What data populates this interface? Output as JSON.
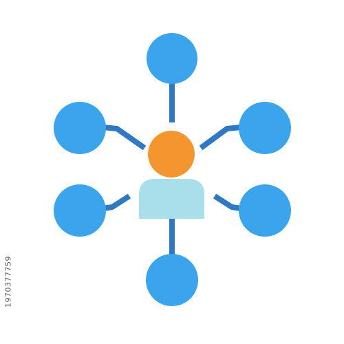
{
  "image": {
    "stock_id": "1970377759"
  },
  "colors": {
    "node_fill": "#3AA4EC",
    "connector": "#2F78C3",
    "user_head": "#F4952E",
    "user_body": "#A8DFEB",
    "background": "#FFFFFF"
  },
  "icons": {
    "main": "network-hub-user-icon",
    "center": "user-icon",
    "nodes": [
      "top-node",
      "upper-left-node",
      "upper-right-node",
      "lower-left-node",
      "lower-right-node",
      "bottom-node"
    ]
  }
}
